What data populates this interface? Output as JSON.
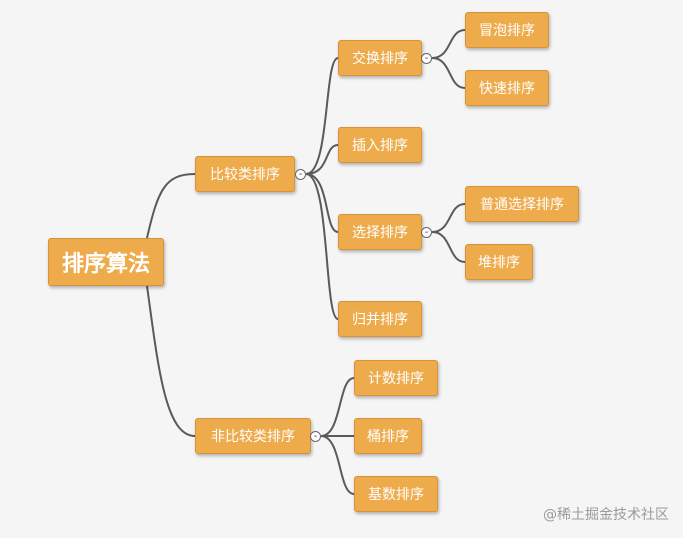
{
  "mindmap": {
    "root": "排序算法",
    "comparison": {
      "label": "比较类排序",
      "exchange": {
        "label": "交换排序",
        "bubble": "冒泡排序",
        "quick": "快速排序"
      },
      "insertion": "插入排序",
      "selection": {
        "label": "选择排序",
        "simple": "普通选择排序",
        "heap": "堆排序"
      },
      "merge": "归并排序"
    },
    "non_comparison": {
      "label": "非比较类排序",
      "counting": "计数排序",
      "bucket": "桶排序",
      "radix": "基数排序"
    },
    "collapse_symbol": "-"
  },
  "colors": {
    "node_fill": "#eeab4c",
    "node_border": "#d8933a",
    "node_text": "#ffffff",
    "connector": "#5a5a5a",
    "background": "#f5f5f5"
  },
  "watermark": "@稀土掘金技术社区"
}
